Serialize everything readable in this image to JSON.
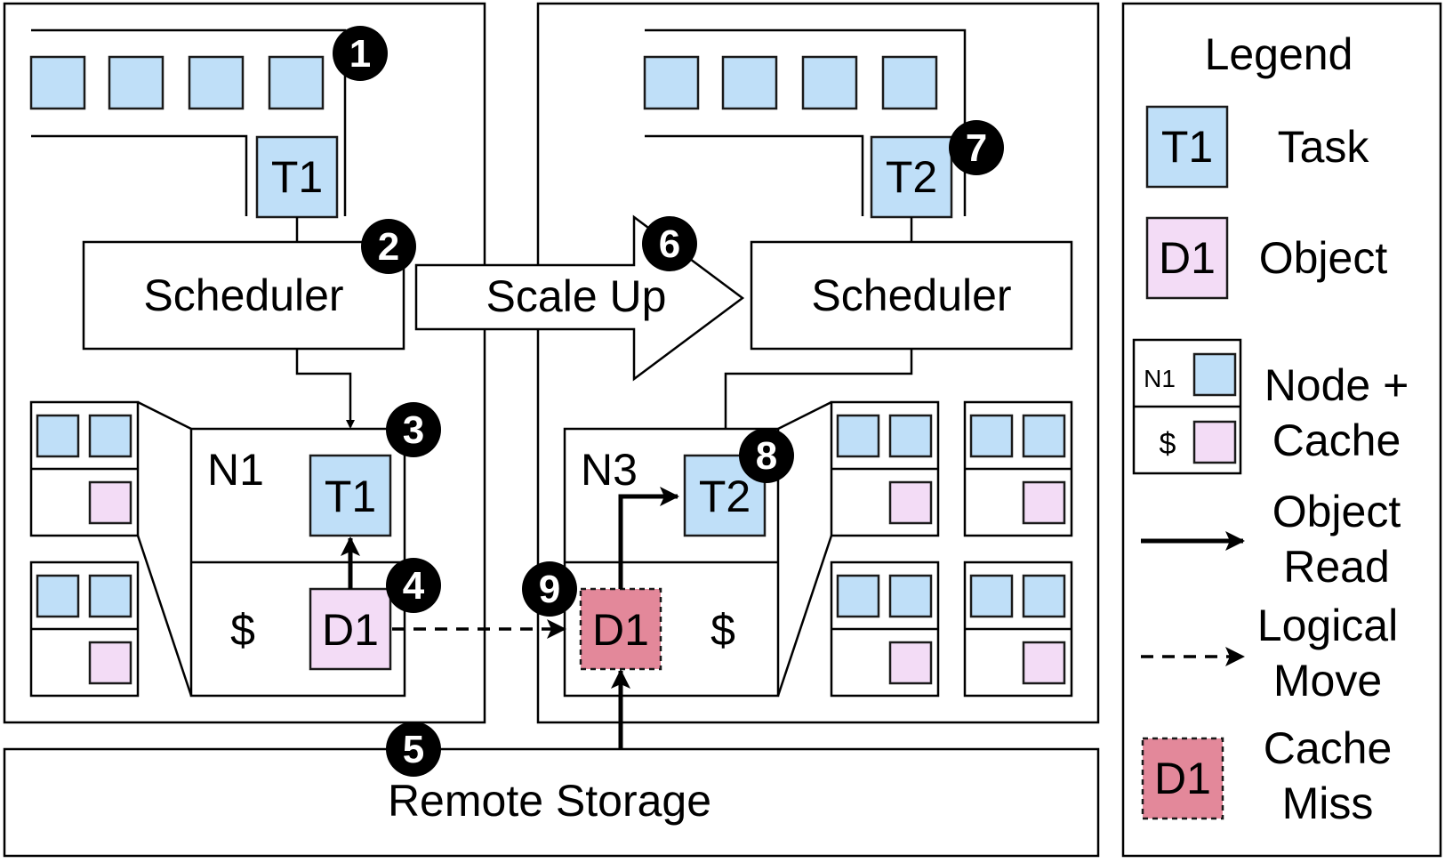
{
  "labels": {
    "legend_title": "Legend",
    "scheduler": "Scheduler",
    "scale_up": "Scale Up",
    "remote_storage": "Remote Storage",
    "task_t1": "T1",
    "task_t2": "T2",
    "object_d1": "D1",
    "node_n1": "N1",
    "node_n3": "N3",
    "cache_symbol": "$"
  },
  "steps": [
    "1",
    "2",
    "3",
    "4",
    "5",
    "6",
    "7",
    "8",
    "9"
  ],
  "legend": {
    "task_label": "Task",
    "object_label": "Object",
    "node_cache_line1": "Node +",
    "node_cache_line2": "Cache",
    "object_read_line1": "Object",
    "object_read_line2": "Read",
    "logical_move_line1": "Logical",
    "logical_move_line2": "Move",
    "cache_miss_line1": "Cache",
    "cache_miss_line2": "Miss"
  },
  "colors": {
    "task_fill": "#bfdff8",
    "object_fill": "#f3dcf6",
    "cache_miss_fill": "#e3889a"
  }
}
